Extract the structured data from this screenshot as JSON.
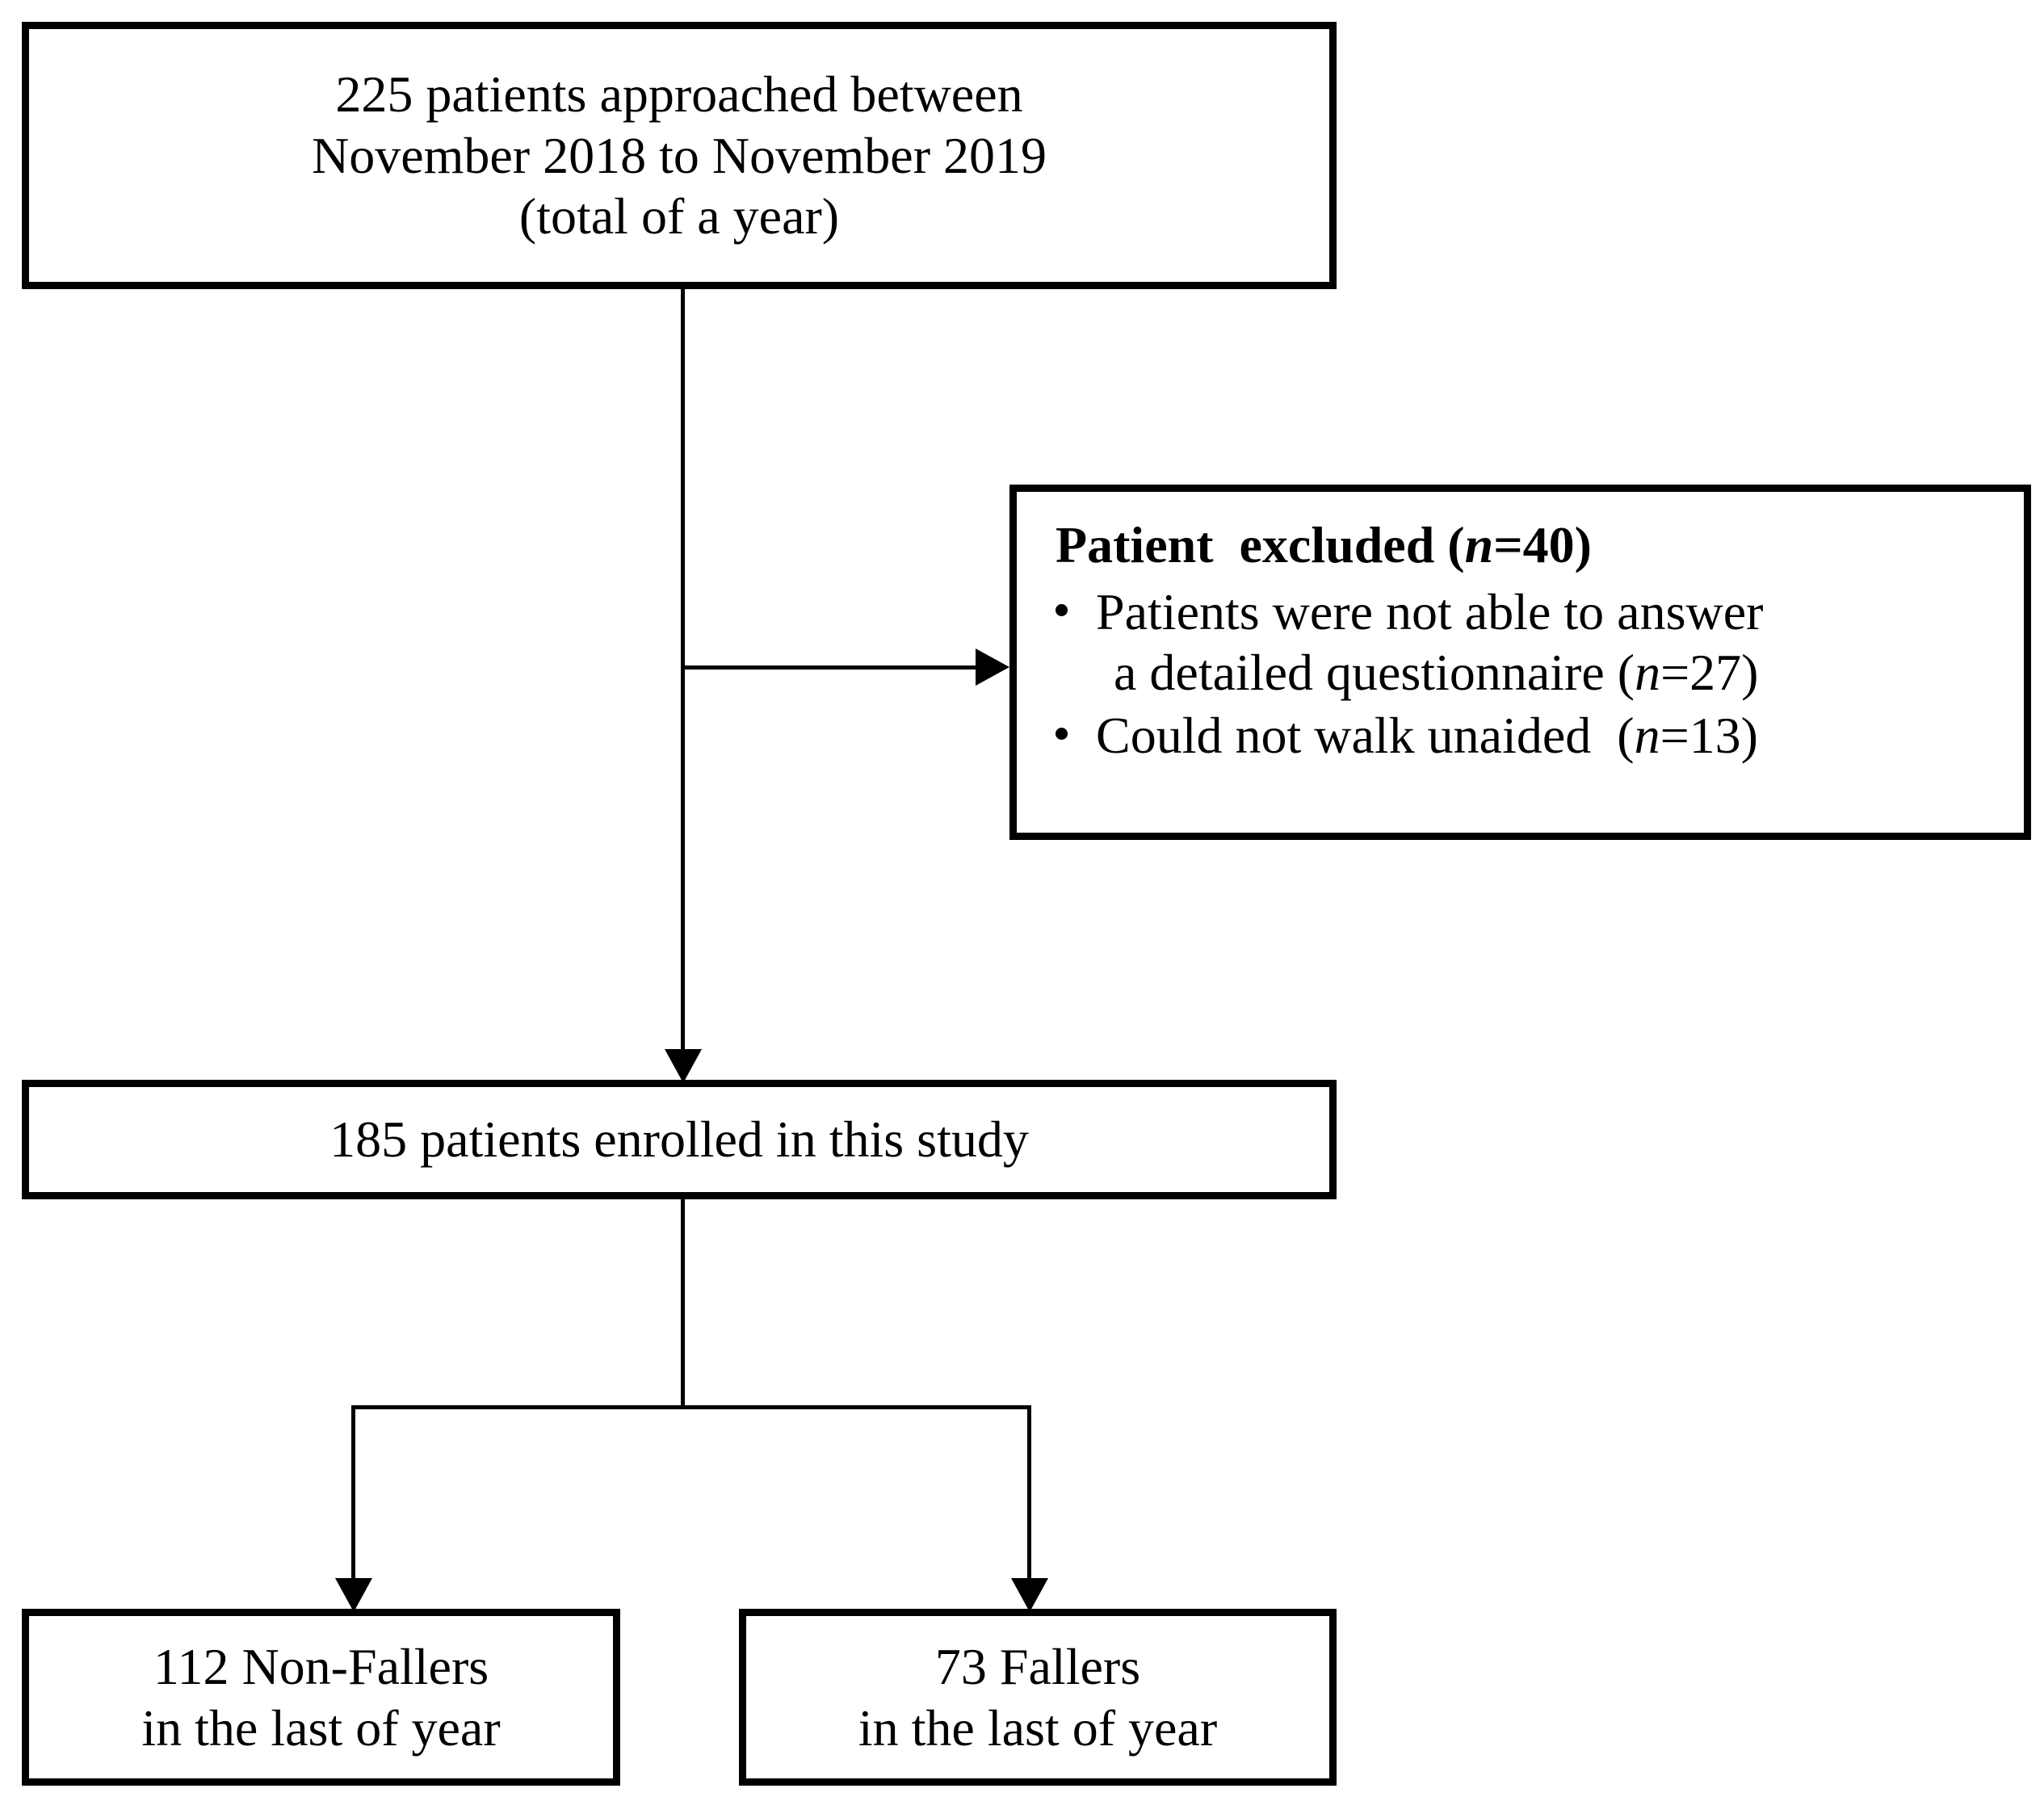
{
  "diagram": {
    "type": "study-flow-chart",
    "nodes": {
      "approached": {
        "line1": "225 patients approached between",
        "line2": "November 2018 to November 2019",
        "line3": "(total of a year)"
      },
      "excluded": {
        "heading_text": "Patient  excluded (",
        "heading_italic_n": "n",
        "heading_tail": "=40)",
        "bullets": [
          {
            "line1": "Patients were not able to answer",
            "line2_prefix": "a detailed questionnaire (",
            "line2_italic_n": "n",
            "line2_tail": "=27)"
          },
          {
            "line1_prefix": "Could not walk unaided  (",
            "line1_italic_n": "n",
            "line1_tail": "=13)"
          }
        ]
      },
      "enrolled": {
        "line1": "185 patients enrolled in this study"
      },
      "non_fallers": {
        "line1": "112 Non-Fallers",
        "line2": "in the last of year"
      },
      "fallers": {
        "line1": "73 Fallers",
        "line2": "in the last of year"
      }
    },
    "counts": {
      "approached": 225,
      "excluded_total": 40,
      "excluded_questionnaire": 27,
      "excluded_walk": 13,
      "enrolled": 185,
      "non_fallers": 112,
      "fallers": 73
    },
    "colors": {
      "stroke": "#000000",
      "background": "#ffffff",
      "text": "#000000"
    }
  }
}
